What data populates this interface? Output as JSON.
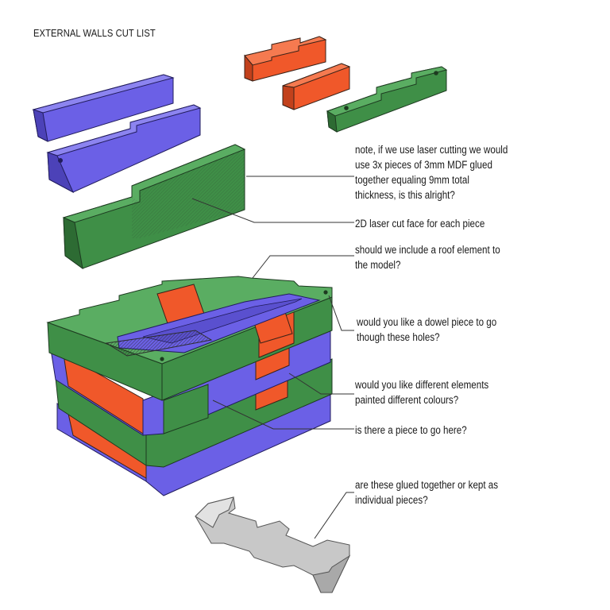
{
  "title": "EXTERNAL WALLS CUT LIST",
  "colors": {
    "blue": "#6b60e6",
    "green": "#3f8f47",
    "orange": "#f0582a",
    "grey": "#c8c8c8",
    "leader": "#333333"
  },
  "notes": {
    "laser_mdf": [
      "note, if we use laser cutting we would",
      "use 3x pieces of 3mm MDF glued",
      "together equaling 9mm total",
      "thickness, is this alright?"
    ],
    "laser_face": [
      "2D laser cut face for each piece"
    ],
    "roof": [
      "should we include a roof element to",
      "the model?"
    ],
    "dowel": [
      "would you like a dowel piece to go",
      "though these holes?"
    ],
    "colours": [
      "would you like different elements",
      "painted different colours?"
    ],
    "piece_here": [
      "is there a piece to go here?"
    ],
    "glued": [
      "are these glued together or kept as",
      "individual pieces?"
    ]
  }
}
